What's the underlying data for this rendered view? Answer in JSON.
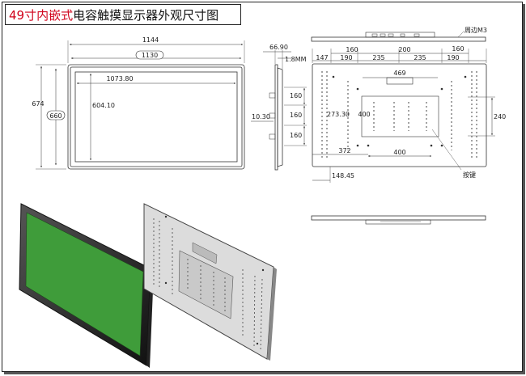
{
  "title": {
    "red_part": "49寸内嵌式",
    "black_part": "电容触摸显示器外观尺寸图"
  },
  "front_view": {
    "dims": {
      "outer_width": "1144",
      "bezel_width": "1130",
      "active_width": "1073.80",
      "outer_height": "674",
      "bezel_height": "660",
      "active_height": "604.10"
    }
  },
  "side_view": {
    "dims": {
      "depth": "66.90",
      "thickness": "1.8MM",
      "bracket_offset": "10.30",
      "spacing_1": "160",
      "spacing_2": "160",
      "spacing_3": "160"
    }
  },
  "rear_view": {
    "dims": {
      "d160a": "160",
      "d200": "200",
      "d160b": "160",
      "d147": "147",
      "d190a": "190",
      "d235a": "235",
      "d235b": "235",
      "d190b": "190",
      "d469": "469",
      "d273": "273.30",
      "d400v": "400",
      "d240": "240",
      "d372": "372",
      "d400h": "400",
      "d148": "148.45"
    },
    "callouts": {
      "screw": "周边M3",
      "keys": "按键"
    }
  },
  "colors": {
    "screen_green": "#3f9c3a",
    "title_red": "#d0021b",
    "line": "#333333",
    "rear_panel": "#dcdcdc"
  }
}
